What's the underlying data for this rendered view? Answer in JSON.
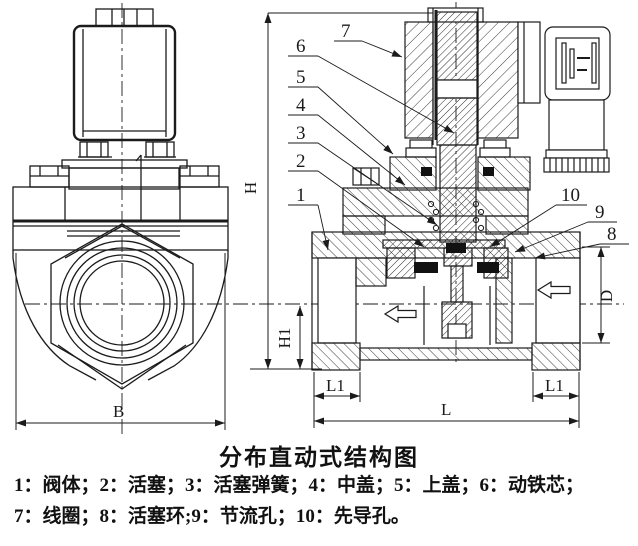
{
  "figure": {
    "title": "分布直动式结构图",
    "legend_line1": "1：阀体；2：活塞；3：活塞弹簧；4：中盖；5：上盖；6：动铁芯；",
    "legend_line2": "7：线圈；8：活塞环;9：节流孔；10：先导孔。"
  },
  "parts": [
    {
      "num": "1",
      "name": "阀体"
    },
    {
      "num": "2",
      "name": "活塞"
    },
    {
      "num": "3",
      "name": "活塞弹簧"
    },
    {
      "num": "4",
      "name": "中盖"
    },
    {
      "num": "5",
      "name": "上盖"
    },
    {
      "num": "6",
      "name": "动铁芯"
    },
    {
      "num": "7",
      "name": "线圈"
    },
    {
      "num": "8",
      "name": "活塞环"
    },
    {
      "num": "9",
      "name": "节流孔"
    },
    {
      "num": "10",
      "name": "先导孔"
    }
  ],
  "callouts": {
    "c1": "1",
    "c2": "2",
    "c3": "3",
    "c4": "4",
    "c5": "5",
    "c6": "6",
    "c7": "7",
    "c8": "8",
    "c9": "9",
    "c10": "10"
  },
  "dimensions": {
    "H": "H",
    "H1": "H1",
    "B": "B",
    "L": "L",
    "L1": "L1",
    "D": "D"
  },
  "colors": {
    "ink": "#1b1b1b",
    "paper": "#ffffff",
    "seal": "#111111"
  }
}
